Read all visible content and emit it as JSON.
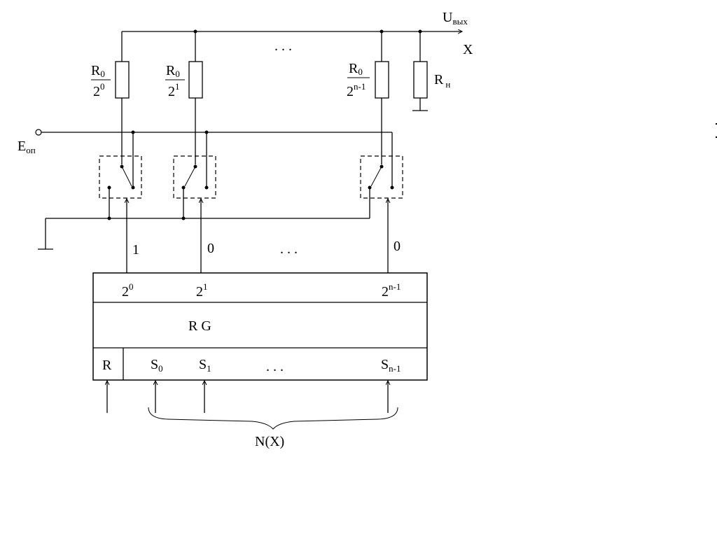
{
  "output": {
    "U": "U",
    "U_sub": "вых",
    "node_label": "X"
  },
  "reference": {
    "E": "E",
    "E_sub": "оп"
  },
  "resistors": [
    {
      "num": "R",
      "num_sub": "0",
      "den": "2",
      "den_sup": "0"
    },
    {
      "num": "R",
      "num_sub": "0",
      "den": "2",
      "den_sup": "1"
    },
    {
      "num": "R",
      "num_sub": "0",
      "den": "2",
      "den_sup": "n-1"
    }
  ],
  "load": {
    "R": "R",
    "R_sub": "н"
  },
  "ellipsis": ". . .",
  "bit_values": [
    "1",
    "0",
    "0"
  ],
  "register": {
    "name": "R G",
    "outputs": [
      {
        "base": "2",
        "sup": "0"
      },
      {
        "base": "2",
        "sup": "1"
      },
      {
        "base": "2",
        "sup": "n-1"
      }
    ],
    "reset": "R",
    "set_inputs": [
      {
        "base": "S",
        "sub": "0"
      },
      {
        "base": "S",
        "sub": "1"
      },
      {
        "base": "S",
        "sub": "n-1"
      }
    ]
  },
  "input_code": "N(X)"
}
